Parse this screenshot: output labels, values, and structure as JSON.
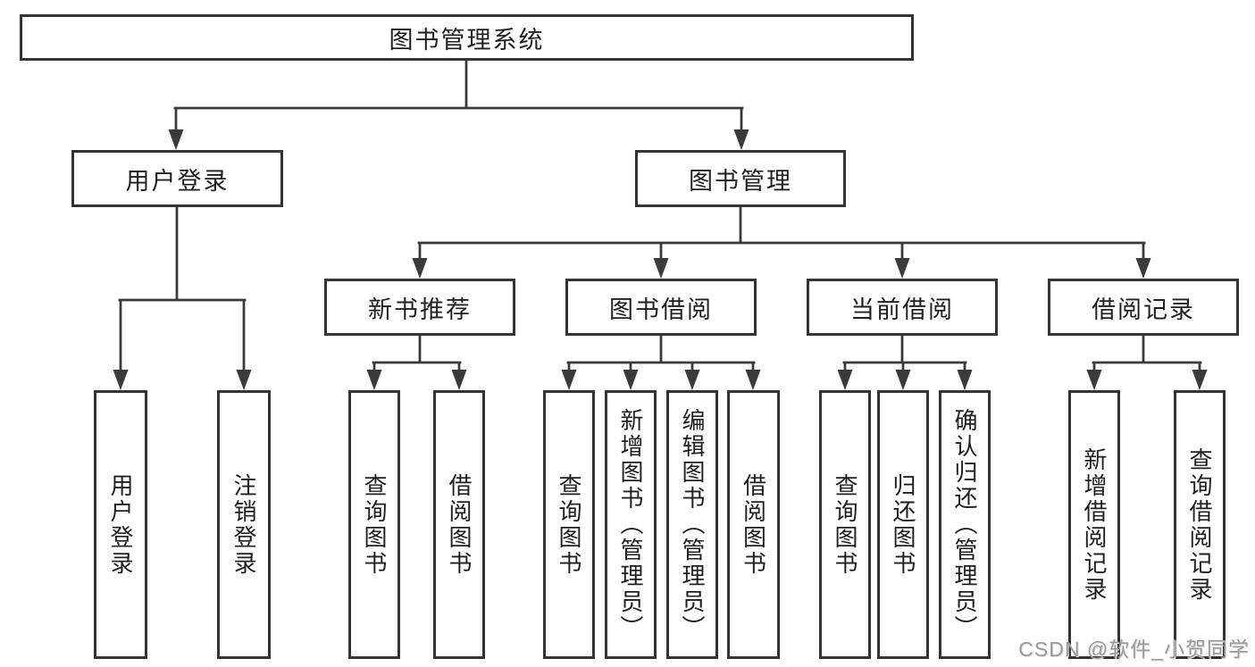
{
  "watermark": "CSDN @软件_小贺同学",
  "colors": {
    "bg": "#ffffff",
    "line": "#3a3a3a",
    "box-border": "#333333",
    "text": "#1f1f1f",
    "watermark": "#999999"
  },
  "nodes": {
    "root": {
      "label": "图书管理系统"
    },
    "level1": {
      "user_login": {
        "label": "用户登录"
      },
      "book_mgmt": {
        "label": "图书管理"
      }
    },
    "level2": {
      "new_book_rec": {
        "label": "新书推荐"
      },
      "book_borrow": {
        "label": "图书借阅"
      },
      "current_borrow": {
        "label": "当前借阅"
      },
      "borrow_records": {
        "label": "借阅记录"
      }
    },
    "leaves": {
      "user_login": {
        "label": "用户登录"
      },
      "logout": {
        "label": "注销登录"
      },
      "nb_query": {
        "label": "查询图书"
      },
      "nb_borrow": {
        "label": "借阅图书"
      },
      "bb_query": {
        "label": "查询图书"
      },
      "bb_add": {
        "label": "新增图书（管理员）"
      },
      "bb_edit": {
        "label": "编辑图书（管理员）"
      },
      "bb_borrow": {
        "label": "借阅图书"
      },
      "cb_query": {
        "label": "查询图书"
      },
      "cb_return": {
        "label": "归还图书"
      },
      "cb_confirm": {
        "label": "确认归还（管理员）"
      },
      "br_add": {
        "label": "新增借阅记录"
      },
      "br_query": {
        "label": "查询借阅记录"
      }
    }
  }
}
